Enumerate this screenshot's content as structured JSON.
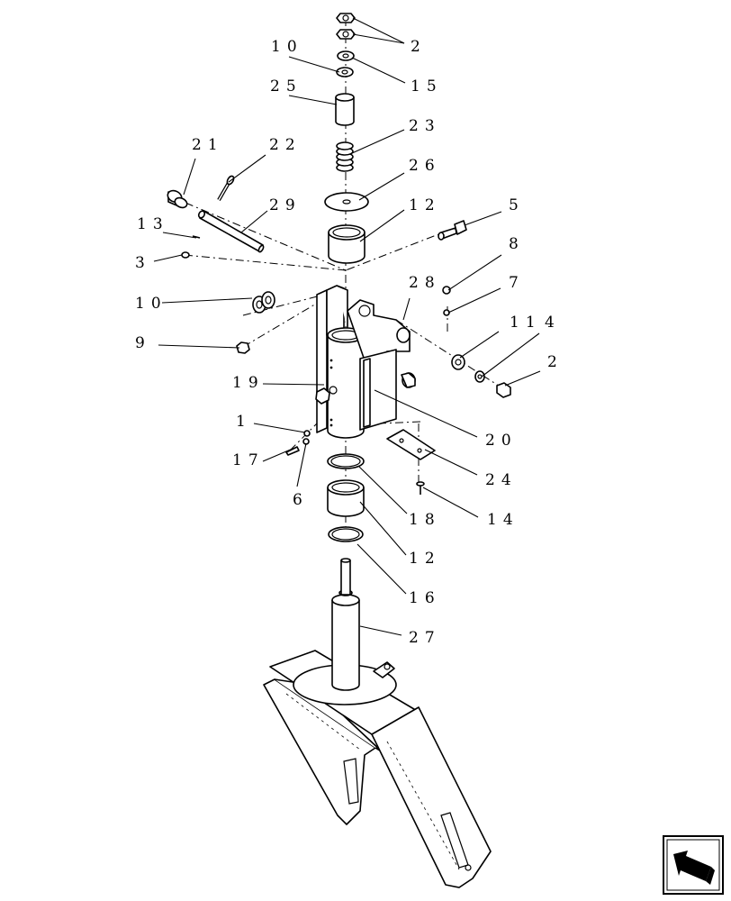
{
  "diagram": {
    "callouts": [
      {
        "id": "c-2-top",
        "text": "2"
      },
      {
        "id": "c-10-top",
        "text": "10"
      },
      {
        "id": "c-15",
        "text": "15"
      },
      {
        "id": "c-25",
        "text": "25"
      },
      {
        "id": "c-23",
        "text": "23"
      },
      {
        "id": "c-21",
        "text": "21"
      },
      {
        "id": "c-22",
        "text": "22"
      },
      {
        "id": "c-26",
        "text": "26"
      },
      {
        "id": "c-29",
        "text": "29"
      },
      {
        "id": "c-12-top",
        "text": "12"
      },
      {
        "id": "c-5",
        "text": "5"
      },
      {
        "id": "c-13",
        "text": "13"
      },
      {
        "id": "c-3",
        "text": "3"
      },
      {
        "id": "c-8",
        "text": "8"
      },
      {
        "id": "c-28",
        "text": "28"
      },
      {
        "id": "c-7",
        "text": "7"
      },
      {
        "id": "c-10-mid",
        "text": "10"
      },
      {
        "id": "c-11",
        "text": "11"
      },
      {
        "id": "c-4",
        "text": "4"
      },
      {
        "id": "c-9",
        "text": "9"
      },
      {
        "id": "c-2-right",
        "text": "2"
      },
      {
        "id": "c-19",
        "text": "19"
      },
      {
        "id": "c-1",
        "text": "1"
      },
      {
        "id": "c-20",
        "text": "20"
      },
      {
        "id": "c-17",
        "text": "17"
      },
      {
        "id": "c-24",
        "text": "24"
      },
      {
        "id": "c-6",
        "text": "6"
      },
      {
        "id": "c-18",
        "text": "18"
      },
      {
        "id": "c-14",
        "text": "14"
      },
      {
        "id": "c-12-bottom",
        "text": "12"
      },
      {
        "id": "c-16",
        "text": "16"
      },
      {
        "id": "c-27",
        "text": "27"
      }
    ],
    "nav_icon": "previous-page-arrow-icon"
  }
}
